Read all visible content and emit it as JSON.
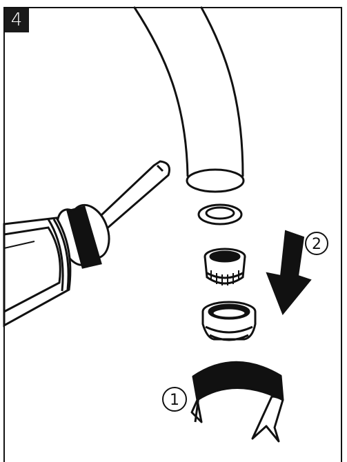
{
  "figure": {
    "step_number": "4",
    "callouts": [
      {
        "label": "1"
      },
      {
        "label": "2"
      }
    ],
    "colors": {
      "line": "#111111",
      "fill_dark": "#111111",
      "fill_light": "#ffffff",
      "badge_bg": "#1a1a1a"
    }
  }
}
